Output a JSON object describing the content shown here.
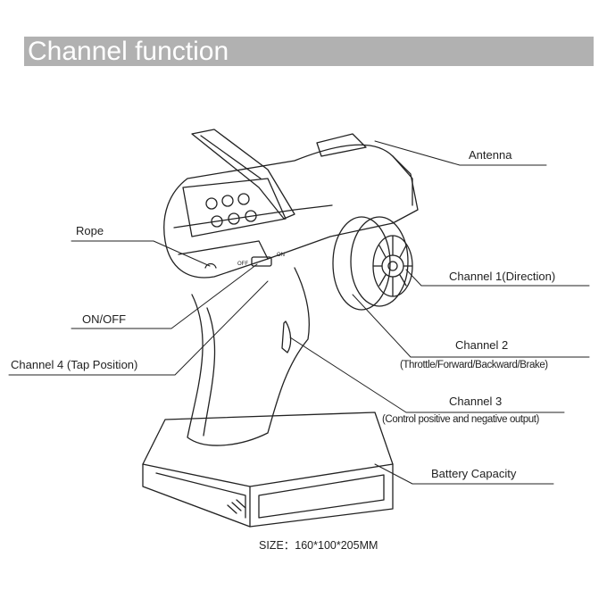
{
  "header": {
    "title": "Channel function"
  },
  "labels": {
    "antenna": "Antenna",
    "rope": "Rope",
    "on_off": "ON/OFF",
    "channel4": "Channel 4 (Tap Position)",
    "channel1": "Channel 1(Direction)",
    "channel2": "Channel 2",
    "channel2_desc": "(Throttle/Forward/Backward/Brake)",
    "channel3": "Channel 3",
    "channel3_desc": "(Control positive and negative output)",
    "battery": "Battery Capacity"
  },
  "device_marks": {
    "on": "ON",
    "off": "OFF"
  },
  "size": "SIZE：160*100*205MM"
}
